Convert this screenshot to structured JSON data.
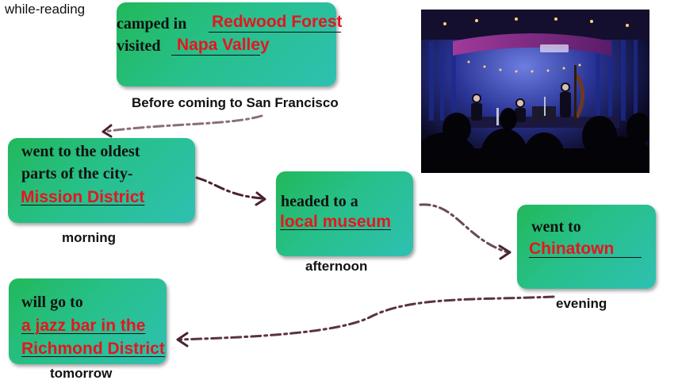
{
  "corner_label": "while-reading",
  "boxes": {
    "before": {
      "line1": "camped in",
      "line2": "visited",
      "answer1": "Redwood Forest",
      "answer2": "Napa Valley",
      "caption": "Before coming to San Francisco"
    },
    "morning": {
      "line1": "went to the oldest",
      "line2": "parts of the city-",
      "answer": "Mission District",
      "caption": "morning"
    },
    "afternoon": {
      "line1": "headed to a",
      "answer": "local museum",
      "caption": "afternoon"
    },
    "evening": {
      "line1": "went to",
      "answer": "Chinatown",
      "caption": "evening"
    },
    "tomorrow": {
      "line1": "will go to",
      "answer1": "a jazz bar in the",
      "answer2": "Richmond District",
      "caption": "tomorrow"
    }
  },
  "colors": {
    "box_gradient_start": "#22b85a",
    "box_gradient_end": "#2ec0b2",
    "answer_text": "#e8141e",
    "arrow_dark": "#4a2231",
    "arrow_light": "#a09498"
  },
  "photo_subject": "jazz club stage with band under blue lights"
}
